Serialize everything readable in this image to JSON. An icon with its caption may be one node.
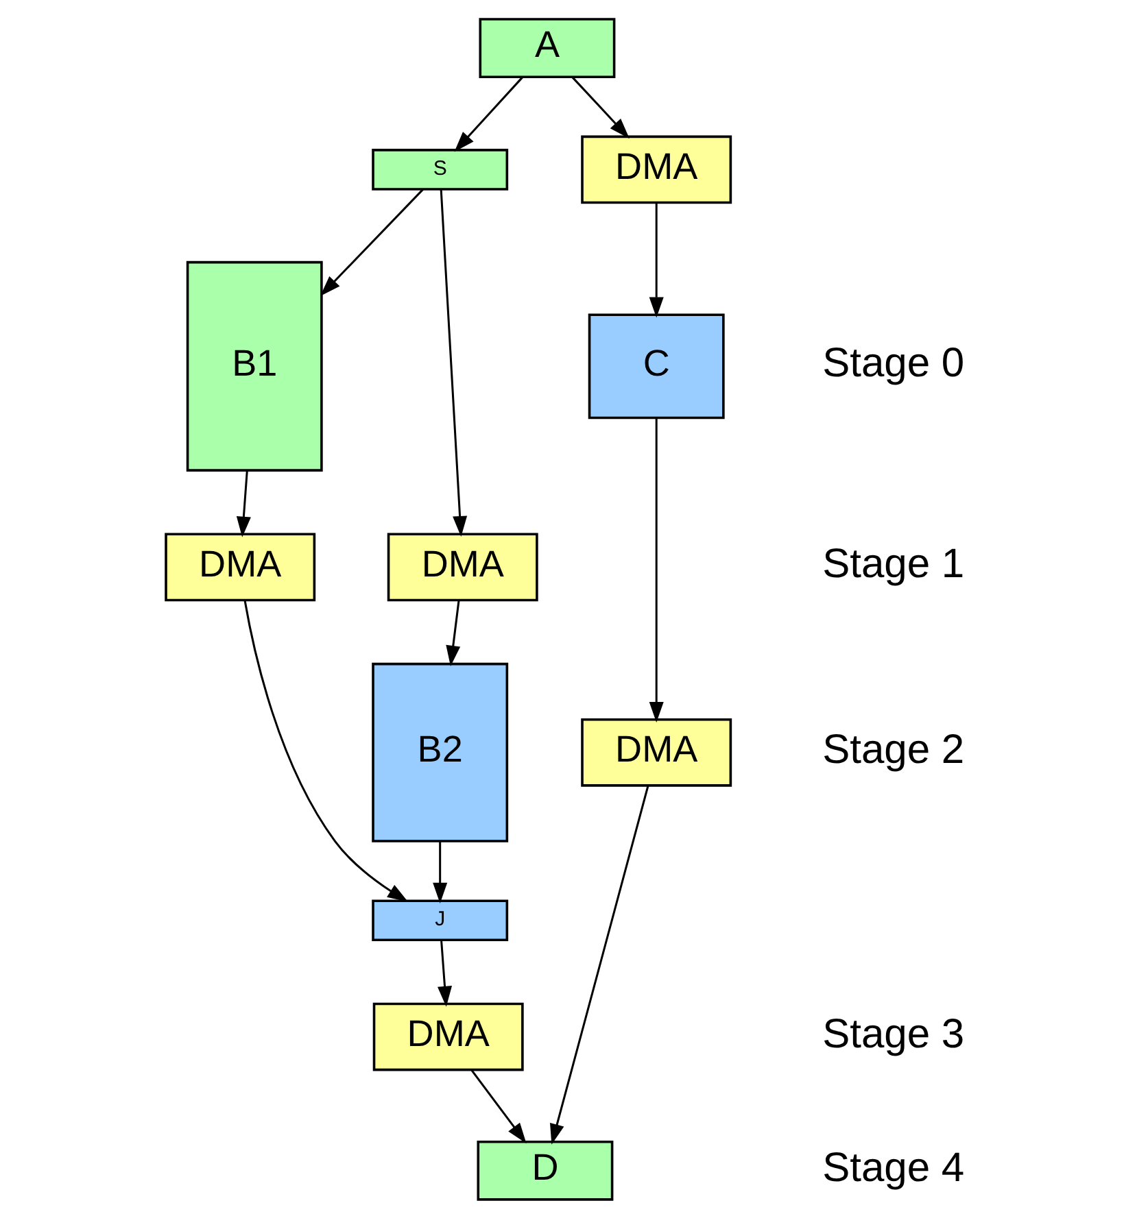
{
  "diagram": {
    "nodes": [
      {
        "text": [
          "A"
        ]
      },
      {
        "text": [
          "S"
        ]
      },
      {
        "text": [
          "B1"
        ]
      },
      {
        "text": [
          "DMA"
        ]
      },
      {
        "text": [
          "DMA"
        ]
      },
      {
        "text": [
          "DMA"
        ]
      },
      {
        "text": [
          "B2"
        ]
      },
      {
        "text": [
          "C"
        ]
      },
      {
        "text": [
          "J"
        ]
      },
      {
        "text": [
          "DMA"
        ]
      },
      {
        "text": [
          "DMA"
        ]
      },
      {
        "text": [
          "D"
        ]
      }
    ],
    "edges": [
      {
        "from": 0,
        "to": 1,
        "arrow": "to"
      },
      {
        "from": 0,
        "to": 5,
        "arrow": "to"
      },
      {
        "from": 1,
        "to": 2,
        "arrow": "to"
      },
      {
        "from": 1,
        "to": 4,
        "arrow": "to"
      },
      {
        "from": 2,
        "to": 3,
        "arrow": "to"
      },
      {
        "from": 3,
        "to": 8,
        "arrow": "to"
      },
      {
        "from": 4,
        "to": 6,
        "arrow": "to"
      },
      {
        "from": 5,
        "to": 7,
        "arrow": "to"
      },
      {
        "from": 6,
        "to": 8,
        "arrow": "to"
      },
      {
        "from": 7,
        "to": 10,
        "arrow": "to"
      },
      {
        "from": 8,
        "to": 9,
        "arrow": "to"
      },
      {
        "from": 9,
        "to": 11,
        "arrow": "to"
      },
      {
        "from": 10,
        "to": 11,
        "arrow": "to"
      }
    ],
    "labels": [
      "Stage 0",
      "Stage 1",
      "Stage 2",
      "Stage 3",
      "Stage 4"
    ]
  }
}
